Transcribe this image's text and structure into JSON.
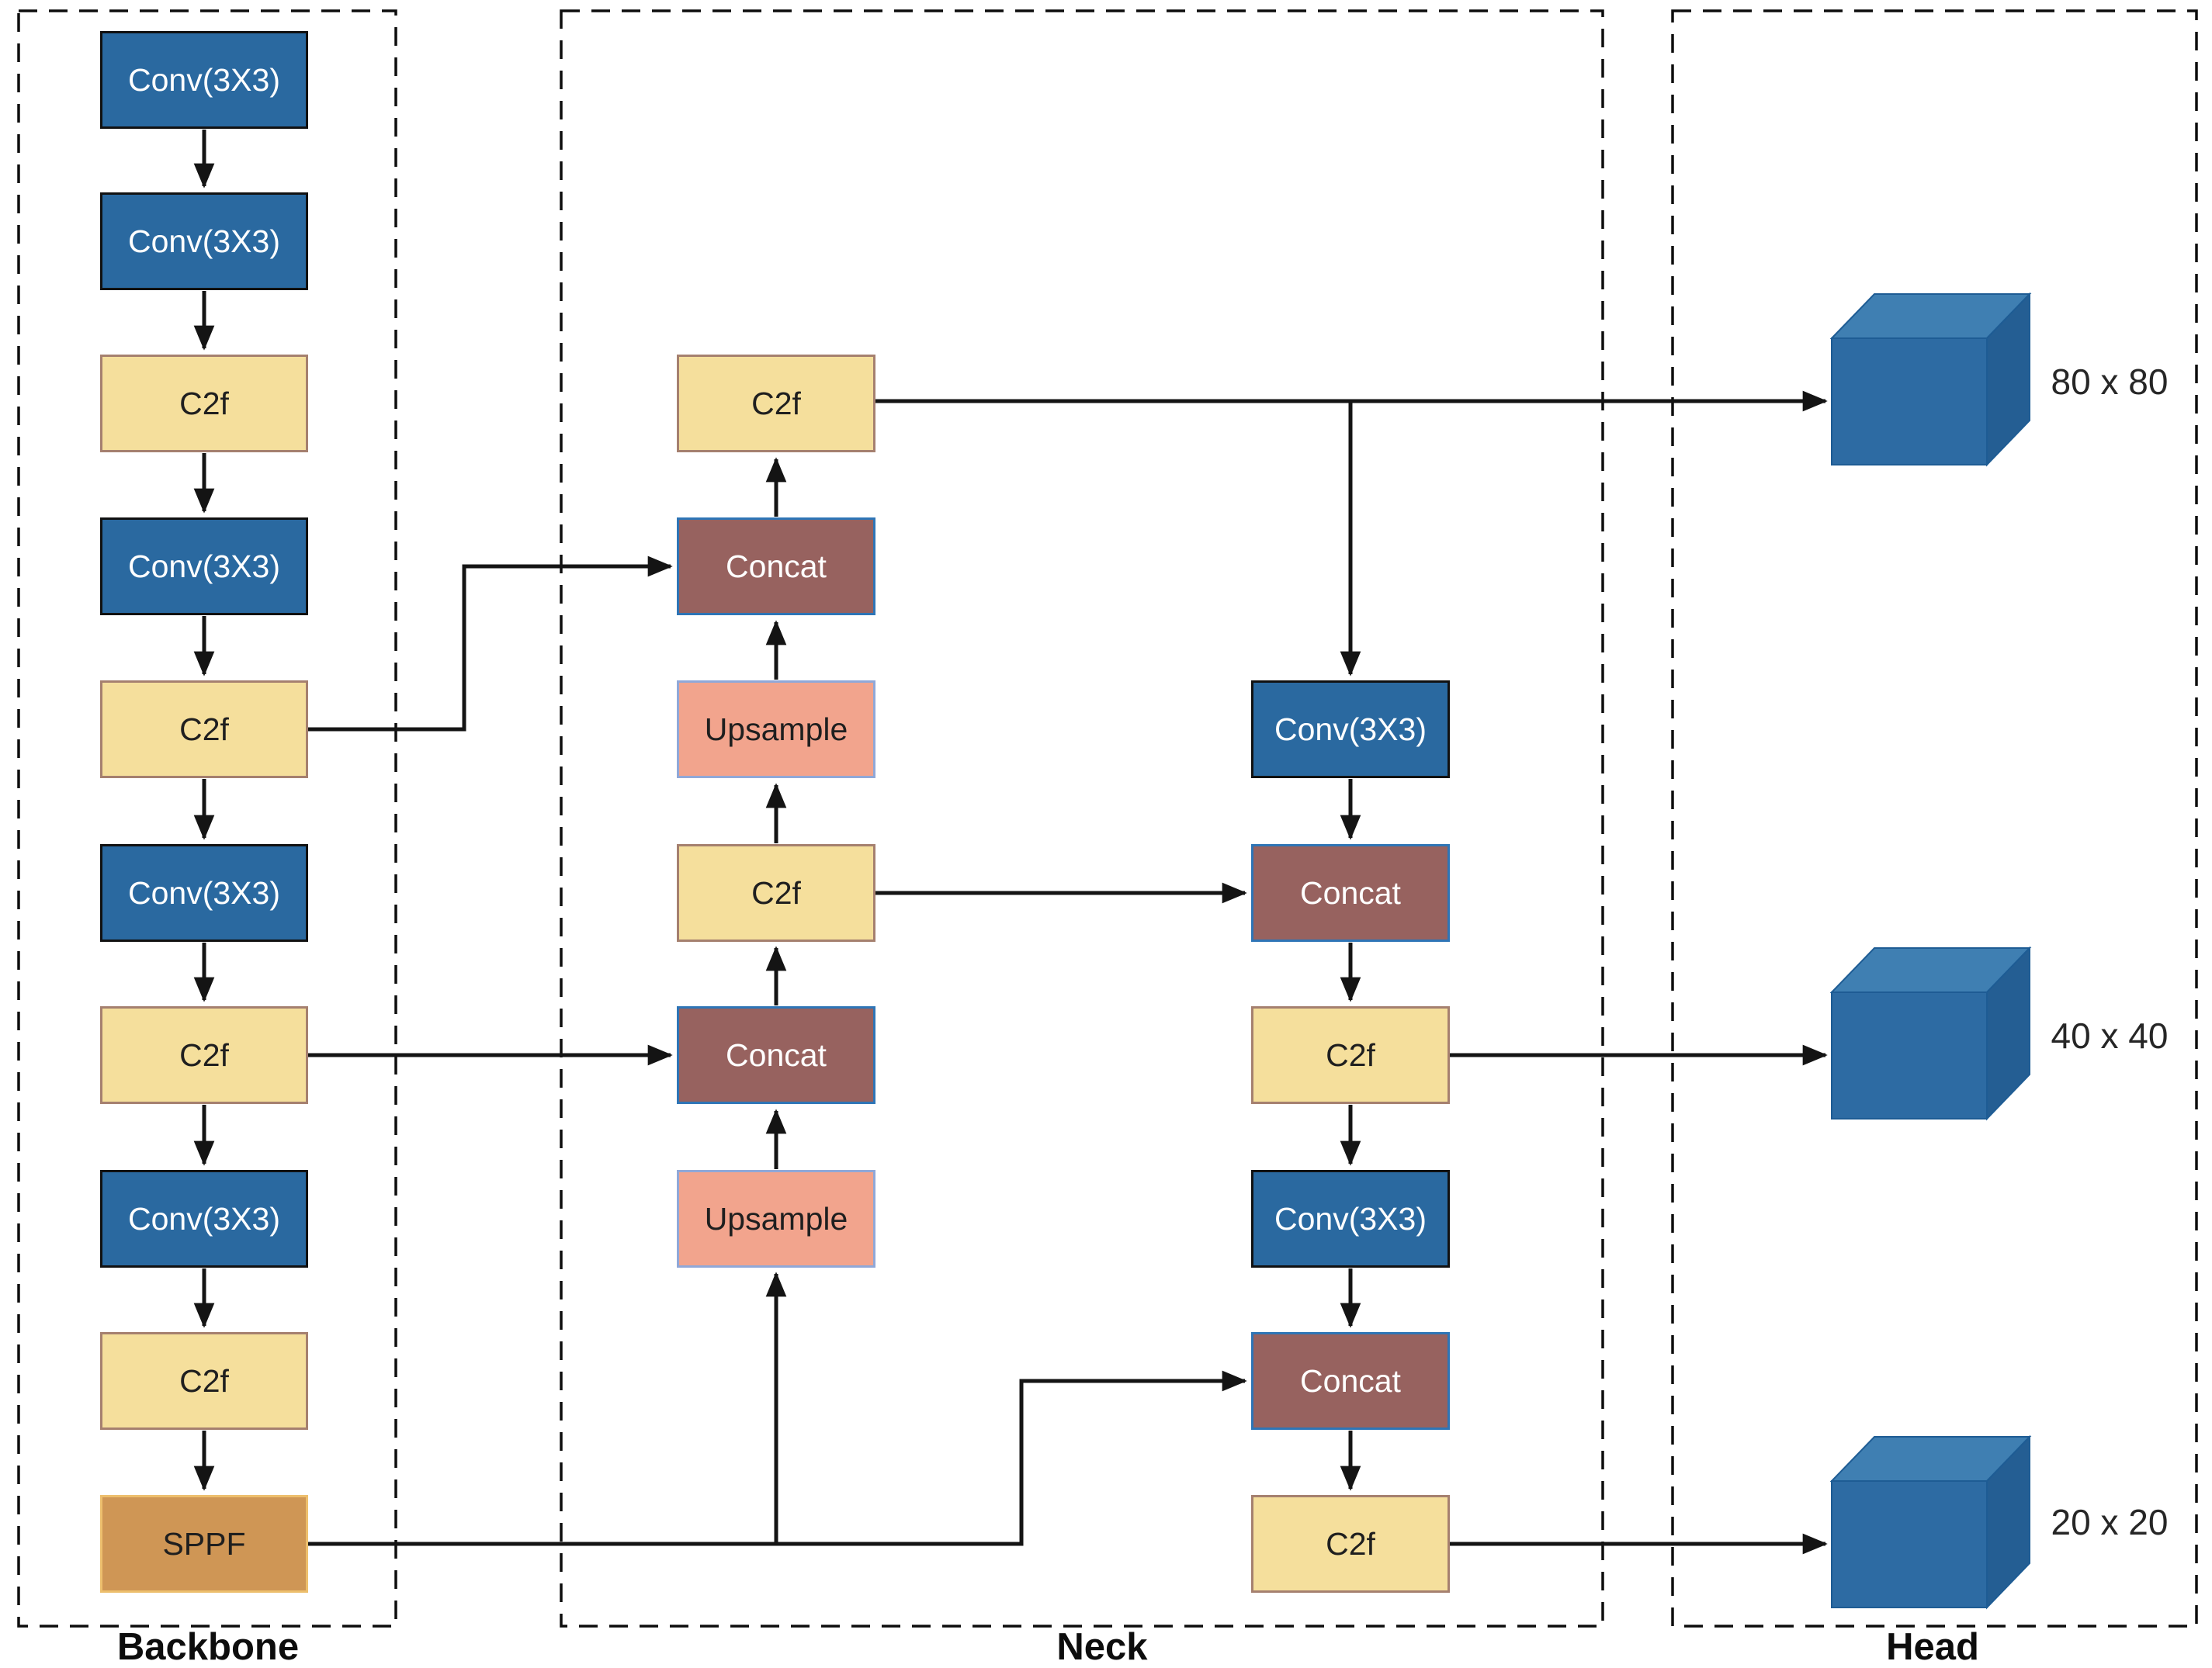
{
  "sections": {
    "backbone": {
      "label": "Backbone"
    },
    "neck": {
      "label": "Neck"
    },
    "head": {
      "label": "Head"
    }
  },
  "backbone_nodes": [
    {
      "label": "Conv(3X3)",
      "type": "conv"
    },
    {
      "label": "Conv(3X3)",
      "type": "conv"
    },
    {
      "label": "C2f",
      "type": "c2f"
    },
    {
      "label": "Conv(3X3)",
      "type": "conv"
    },
    {
      "label": "C2f",
      "type": "c2f"
    },
    {
      "label": "Conv(3X3)",
      "type": "conv"
    },
    {
      "label": "C2f",
      "type": "c2f"
    },
    {
      "label": "Conv(3X3)",
      "type": "conv"
    },
    {
      "label": "C2f",
      "type": "c2f"
    },
    {
      "label": "SPPF",
      "type": "sppf"
    }
  ],
  "neck_left_nodes": [
    {
      "label": "C2f",
      "type": "c2f"
    },
    {
      "label": "Concat",
      "type": "concat"
    },
    {
      "label": "Upsample",
      "type": "upsample"
    },
    {
      "label": "C2f",
      "type": "c2f"
    },
    {
      "label": "Concat",
      "type": "concat"
    },
    {
      "label": "Upsample",
      "type": "upsample"
    }
  ],
  "neck_right_nodes": [
    {
      "label": "Conv(3X3)",
      "type": "conv"
    },
    {
      "label": "Concat",
      "type": "concat"
    },
    {
      "label": "C2f",
      "type": "c2f"
    },
    {
      "label": "Conv(3X3)",
      "type": "conv"
    },
    {
      "label": "Concat",
      "type": "concat"
    },
    {
      "label": "C2f",
      "type": "c2f"
    }
  ],
  "head_outputs": [
    {
      "label": "80 x 80"
    },
    {
      "label": "40 x 40"
    },
    {
      "label": "20 x 20"
    }
  ],
  "palette": {
    "conv_fill": "#2a69a0",
    "c2f_fill": "#f5df9c",
    "c2f_border": "#a5806f",
    "concat_fill": "#97625f",
    "concat_border": "#2e75b6",
    "upsample_fill": "#f2a48d",
    "upsample_border": "#90a8d8",
    "sppf_fill": "#cf9655",
    "sppf_border": "#edbf6d",
    "cube_front": "#2d6ba3",
    "cube_top": "#3f7fb2",
    "cube_side": "#245e93",
    "line_color": "#141414"
  }
}
